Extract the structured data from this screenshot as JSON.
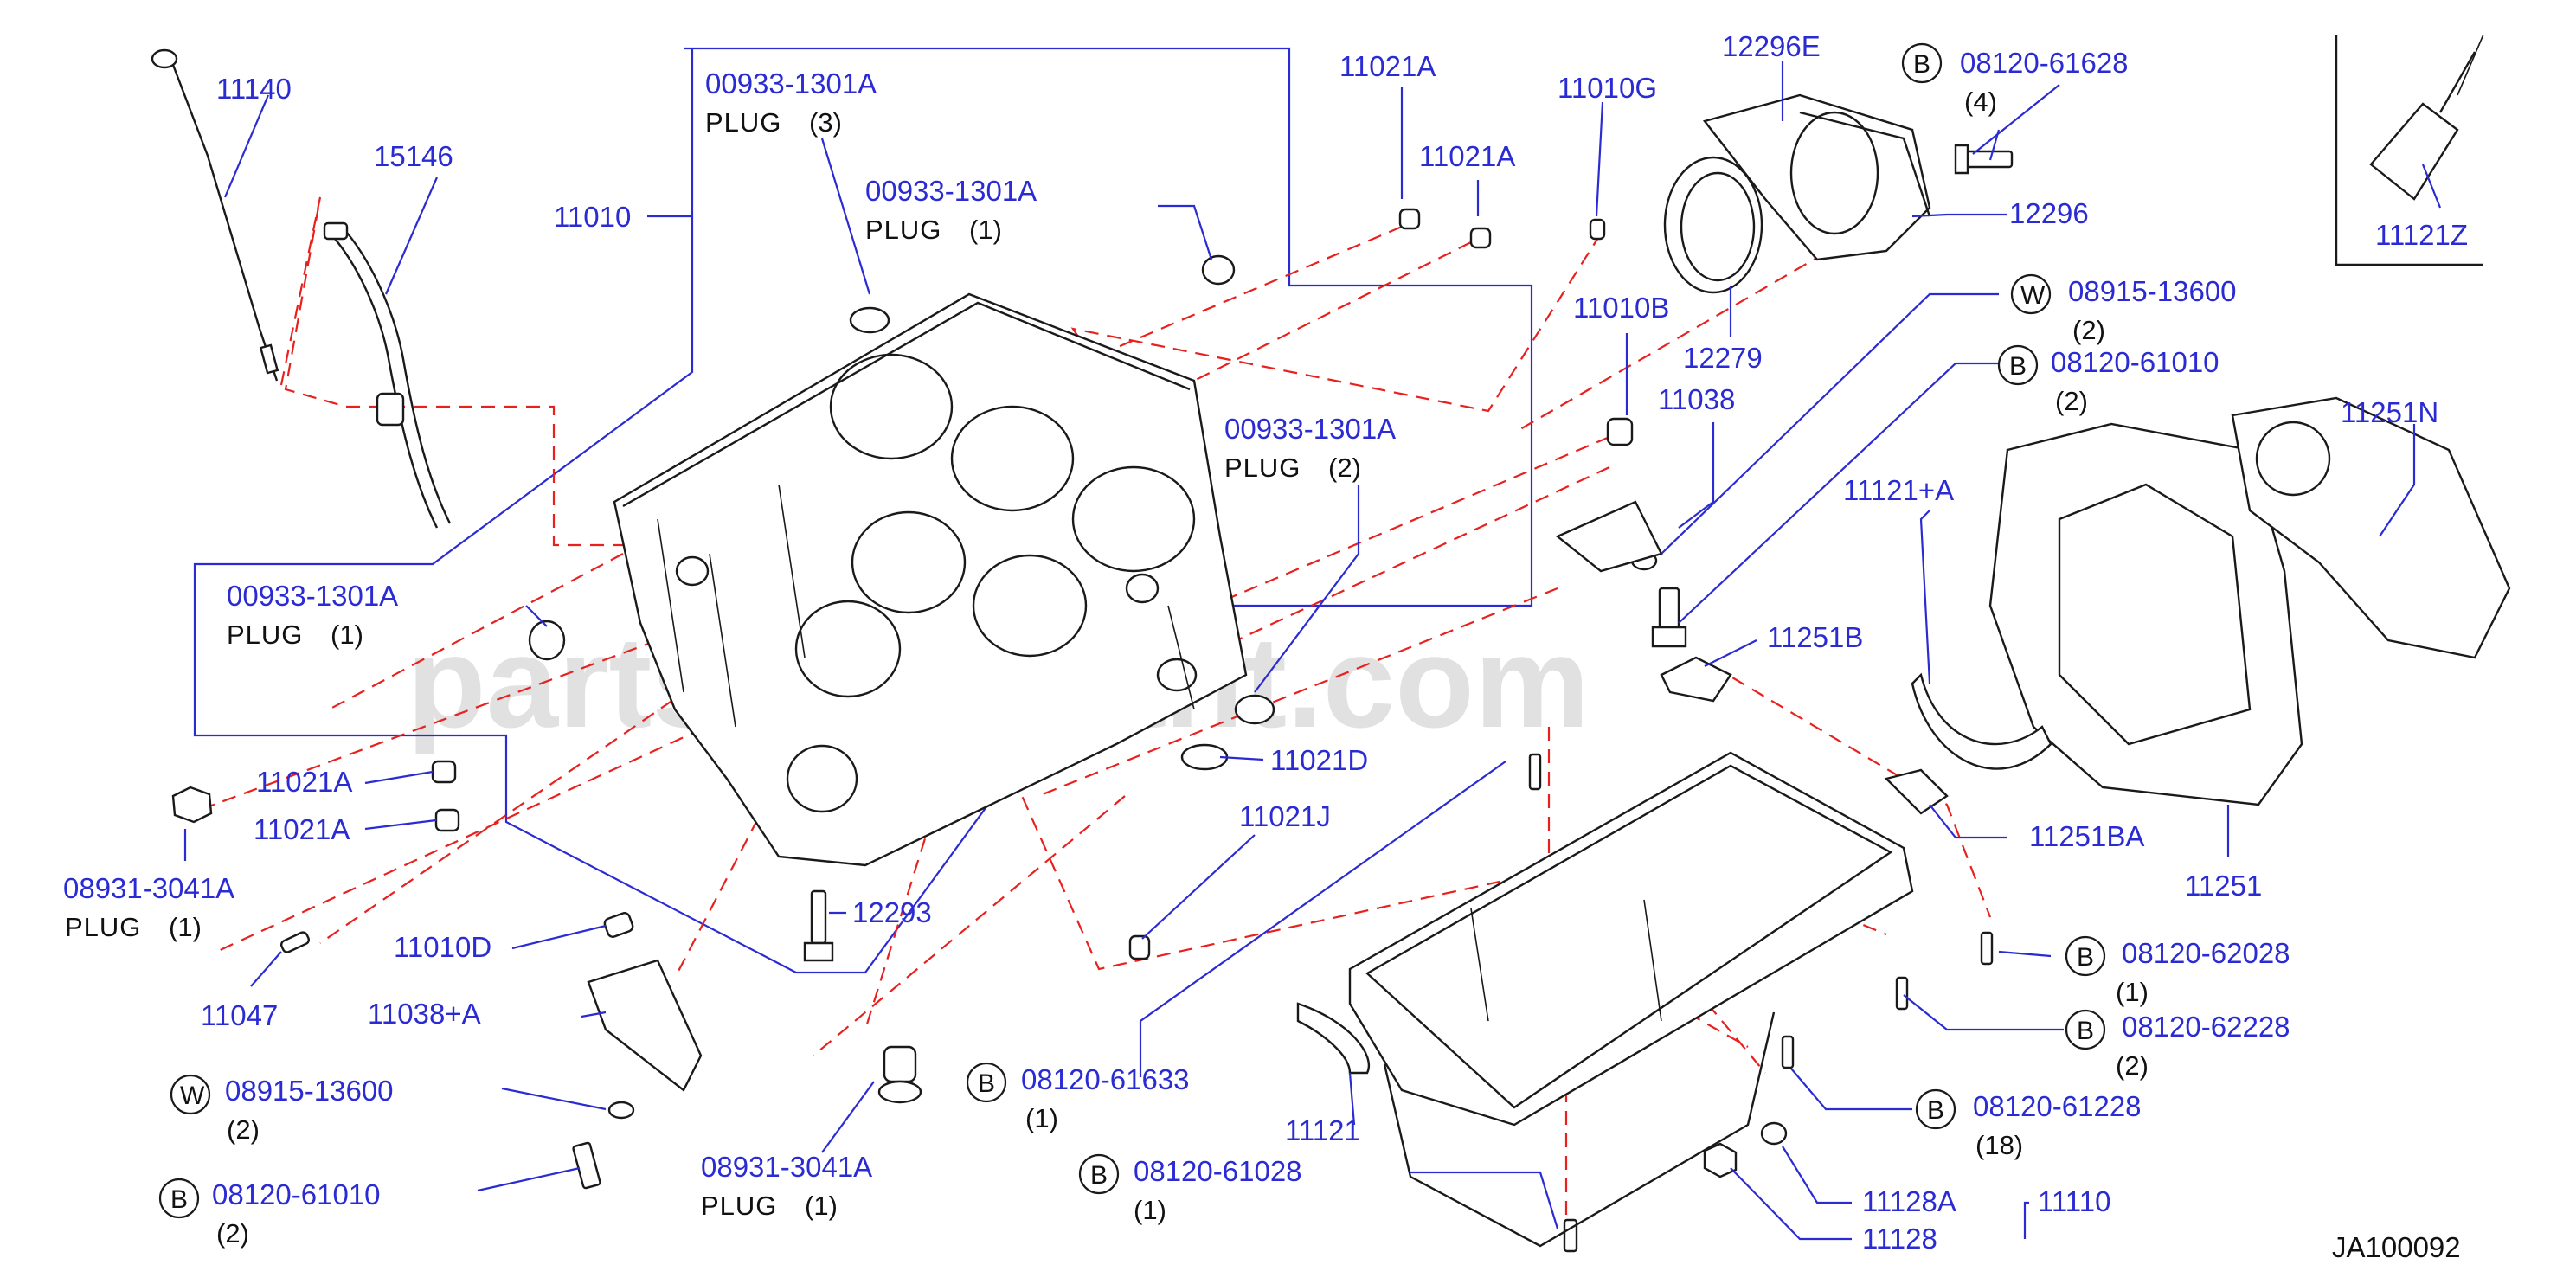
{
  "diagram": {
    "code": "JA100092",
    "watermark": "partsassistant.com",
    "labels": {
      "p11140": "11140",
      "p15146": "15146",
      "p11010": "11010",
      "p00933_top": "00933-1301A",
      "p00933_mid": "00933-1301A",
      "p00933_right": "00933-1301A",
      "p00933_left": "00933-1301A",
      "p11021A_1": "11021A",
      "p11021A_2": "11021A",
      "p11021A_3": "11021A",
      "p11021A_4": "11021A",
      "p11010G": "11010G",
      "p12296E": "12296E",
      "p08120_61628": "08120-61628",
      "p12296": "12296",
      "p11121Z": "11121Z",
      "p12279": "12279",
      "p11010B": "11010B",
      "p11038": "11038",
      "p08915_right": "08915-13600",
      "p08120_61010_right": "08120-61010",
      "p11251N": "11251N",
      "p11121A": "11121+A",
      "p11251B": "11251B",
      "p11021D": "11021D",
      "p11021J": "11021J",
      "p08931_left": "08931-3041A",
      "p11047": "11047",
      "p11010D": "11010D",
      "p12293": "12293",
      "p11038A": "11038+A",
      "p08915_left": "08915-13600",
      "p08120_61010_left": "08120-61010",
      "p08931_bottom": "08931-3041A",
      "p08120_61633": "08120-61633",
      "p08120_61028": "08120-61028",
      "p11121": "11121",
      "p11251BA": "11251BA",
      "p11251": "11251",
      "p08120_62028": "08120-62028",
      "p08120_62228": "08120-62228",
      "p08120_61228": "08120-61228",
      "p11128A": "11128A",
      "p11110": "11110",
      "p11128": "11128"
    },
    "texts": {
      "plug": "PLUG",
      "q1": "(1)",
      "q2": "(2)",
      "q3": "(3)",
      "q4": "(4)",
      "q18": "(18)"
    },
    "bubbles": {
      "b": "B",
      "w": "W"
    }
  }
}
